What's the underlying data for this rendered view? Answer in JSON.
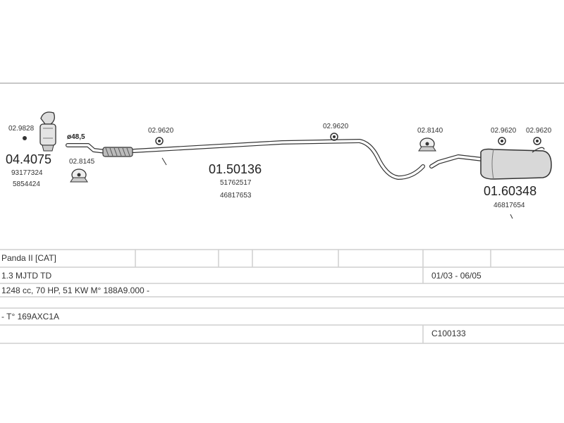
{
  "parts": {
    "catalyst": {
      "code": "04.4075",
      "refs": [
        "93177324",
        "5854424"
      ]
    },
    "front_pipe": {
      "code": "01.50136",
      "refs": [
        "51762517",
        "46817653"
      ]
    },
    "rear_silencer": {
      "code": "01.60348",
      "refs": [
        "46817654"
      ]
    }
  },
  "hangers": {
    "h_cat": "02.9828",
    "h_front_clamp": "02.8145",
    "diameter": "ø48,5",
    "h_pipe1": "02.9620",
    "h_pipe2": "02.9620",
    "h_rear_clamp": "02.8140",
    "h_silencer1": "02.9620",
    "h_silencer2": "02.9620"
  },
  "table": {
    "model": "Panda II  [CAT]",
    "engine": "1.3 MJTD TD",
    "years": "01/03 - 06/05",
    "specs": "1248 cc, 70 HP, 51 KW M° 188A9.000 -",
    "type": "- T° 169AXC1A",
    "catalog": "C100133"
  }
}
